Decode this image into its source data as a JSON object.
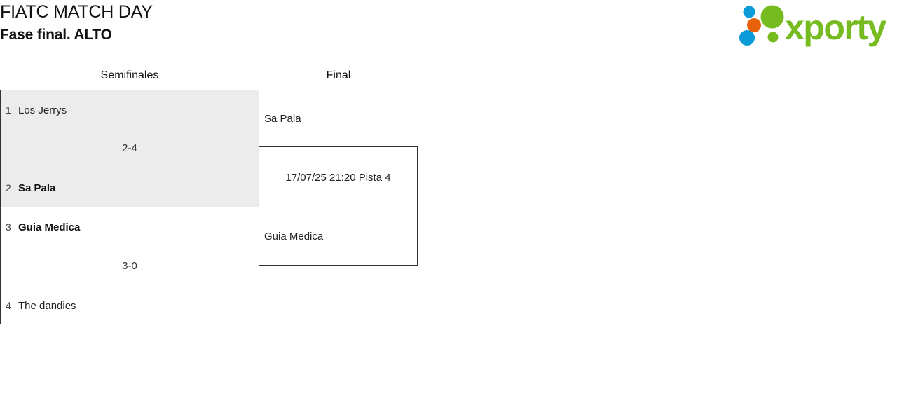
{
  "header": {
    "title": "FIATC MATCH DAY",
    "subtitle": "Fase final. ALTO"
  },
  "brand": {
    "name": "xporty",
    "colors": {
      "green": "#76bc21",
      "blue": "#0b9bd8",
      "orange": "#e8620c"
    }
  },
  "bracket": {
    "rounds": [
      {
        "id": "semifinals",
        "label": "Semifinales"
      },
      {
        "id": "final",
        "label": "Final"
      }
    ],
    "semifinals": [
      {
        "id": "sf1",
        "highlighted": true,
        "score": "2-4",
        "teams": [
          {
            "seed": "1",
            "name": "Los Jerrys",
            "winner": false
          },
          {
            "seed": "2",
            "name": "Sa Pala",
            "winner": true
          }
        ]
      },
      {
        "id": "sf2",
        "highlighted": false,
        "score": "3-0",
        "teams": [
          {
            "seed": "3",
            "name": "Guia Medica",
            "winner": true
          },
          {
            "seed": "4",
            "name": "The dandies",
            "winner": false
          }
        ]
      }
    ],
    "final": {
      "id": "final-match",
      "schedule": "17/07/25 21:20 Pista 4",
      "teams": [
        {
          "name": "Sa Pala",
          "winner": false
        },
        {
          "name": "Guia Medica",
          "winner": false
        }
      ]
    }
  }
}
